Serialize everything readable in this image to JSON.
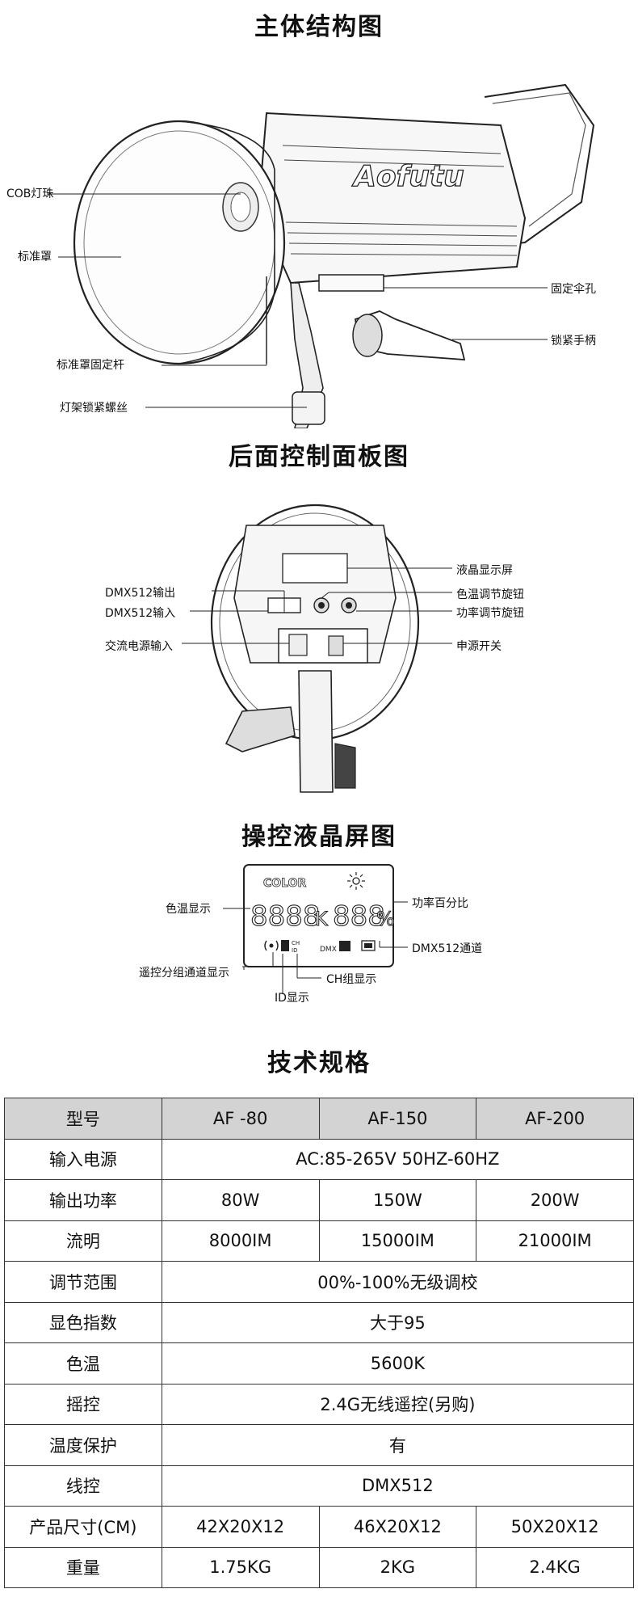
{
  "sections": {
    "main_structure": "主体结构图",
    "rear_panel": "后面控制面板图",
    "lcd": "操控液晶屏图",
    "specs": "技术规格"
  },
  "product": {
    "brand_logo": "Aofutu"
  },
  "callouts_main": {
    "cob": "COB灯珠",
    "reflector": "标准罩",
    "reflector_rod": "标准罩固定杆",
    "stand_screw": "灯架锁紧螺丝",
    "umbrella_hole": "固定伞孔",
    "lock_handle": "锁紧手柄"
  },
  "callouts_rear": {
    "dmx_out": "DMX512输出",
    "dmx_in": "DMX512输入",
    "ac_input": "交流电源输入",
    "lcd_screen": "液晶显示屏",
    "color_knob": "色温调节旋钮",
    "power_knob": "功率调节旋钮",
    "power_switch": "申源开关"
  },
  "callouts_lcd": {
    "color_temp": "色温显示",
    "power_percent": "功率百分比",
    "dmx_channel": "DMX512通道",
    "remote_group": "遥控分组通道显示",
    "ch_group": "CH组显示",
    "id_display": "ID显示"
  },
  "lcd_screen": {
    "color_word": "COLOR",
    "temp_digits": "8888",
    "unit_k": "K",
    "pct_digits": "888",
    "unit_pct": "%",
    "dmx_label": "DMX",
    "ch_label": "CH",
    "id_label": "ID"
  },
  "spec_table": {
    "header": [
      "型号",
      "AF -80",
      "AF-150",
      "AF-200"
    ],
    "rows": {
      "input_power": {
        "label": "输入电源",
        "value": "AC:85-265V 50HZ-60HZ"
      },
      "output_power": {
        "label": "输出功率",
        "values": [
          "80W",
          "150W",
          "200W"
        ]
      },
      "lumen": {
        "label": "流明",
        "values": [
          "8000IM",
          "15000IM",
          "21000IM"
        ]
      },
      "dimming": {
        "label": "调节范围",
        "value": "00%-100%无级调校"
      },
      "cri": {
        "label": "显色指数",
        "value": "大于95"
      },
      "cct": {
        "label": "色温",
        "value": "5600K"
      },
      "remote": {
        "label": "摇控",
        "value": "2.4G无线遥控(另购)"
      },
      "thermal": {
        "label": "温度保护",
        "value": "有"
      },
      "wired": {
        "label": "线控",
        "value": "DMX512"
      },
      "size": {
        "label": "产品尺寸(CM)",
        "values": [
          "42X20X12",
          "46X20X12",
          "50X20X12"
        ]
      },
      "weight": {
        "label": "重量",
        "values": [
          "1.75KG",
          "2KG",
          "2.4KG"
        ]
      }
    }
  }
}
